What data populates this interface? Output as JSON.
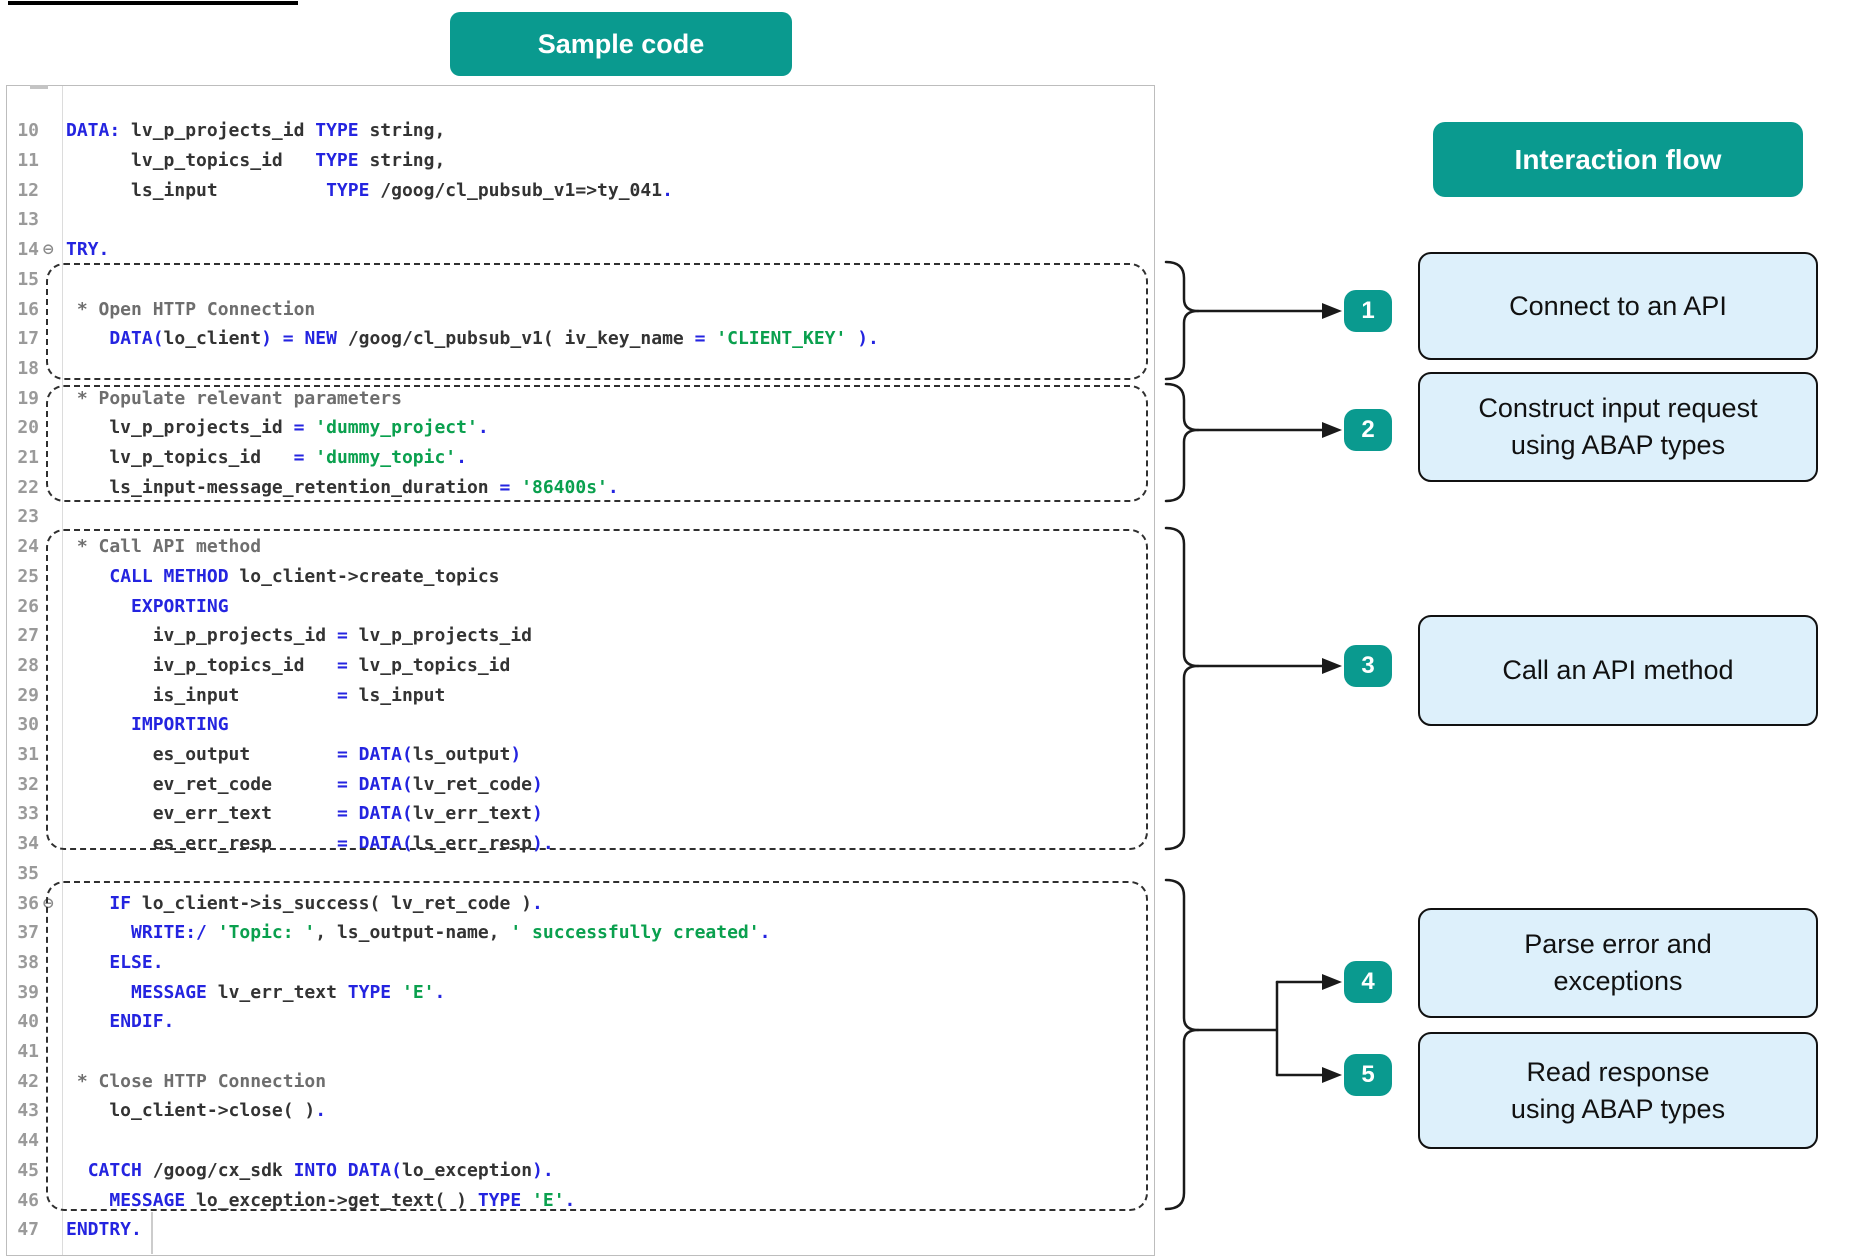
{
  "titles": {
    "sample_code": "Sample code",
    "interaction_flow": "Interaction flow"
  },
  "colors": {
    "teal": "#0a9a8f",
    "flow_box_blue": "#ddf0fb",
    "keyword_blue": "#2424e0",
    "string_green": "#0aa04e",
    "comment_gray": "#6e6e6e",
    "code_text": "#333333",
    "gutter_gray": "#9a9a9a"
  },
  "editor": {
    "first_line": 10,
    "last_line": 47,
    "fold_icon": "⊖",
    "lines": [
      {
        "n": 10,
        "fold": false,
        "toks": [
          [
            "k",
            "DATA:"
          ],
          [
            "d",
            " lv_p_projects_id "
          ],
          [
            "k",
            "TYPE"
          ],
          [
            "d",
            " string,"
          ]
        ]
      },
      {
        "n": 11,
        "fold": false,
        "toks": [
          [
            "d",
            "      lv_p_topics_id   "
          ],
          [
            "k",
            "TYPE"
          ],
          [
            "d",
            " string,"
          ]
        ]
      },
      {
        "n": 12,
        "fold": false,
        "toks": [
          [
            "d",
            "      ls_input          "
          ],
          [
            "k",
            "TYPE"
          ],
          [
            "d",
            " /goog/cl_pubsub_v1=>ty_041"
          ],
          [
            "k",
            "."
          ]
        ]
      },
      {
        "n": 13,
        "fold": false,
        "toks": []
      },
      {
        "n": 14,
        "fold": true,
        "toks": [
          [
            "k",
            "TRY."
          ]
        ]
      },
      {
        "n": 15,
        "fold": false,
        "toks": []
      },
      {
        "n": 16,
        "fold": false,
        "toks": [
          [
            "c",
            " * Open HTTP Connection"
          ]
        ]
      },
      {
        "n": 17,
        "fold": false,
        "toks": [
          [
            "d",
            "    "
          ],
          [
            "k",
            "DATA("
          ],
          [
            "d",
            "lo_client"
          ],
          [
            "k",
            ")"
          ],
          [
            "d",
            " "
          ],
          [
            "k",
            "="
          ],
          [
            "d",
            " "
          ],
          [
            "k",
            "NEW"
          ],
          [
            "d",
            " /goog/cl_pubsub_v1( iv_key_name "
          ],
          [
            "k",
            "="
          ],
          [
            "d",
            " "
          ],
          [
            "s",
            "'CLIENT_KEY'"
          ],
          [
            "d",
            " "
          ],
          [
            "k",
            ")."
          ]
        ]
      },
      {
        "n": 18,
        "fold": false,
        "toks": []
      },
      {
        "n": 19,
        "fold": false,
        "toks": [
          [
            "c",
            " * Populate relevant parameters"
          ]
        ]
      },
      {
        "n": 20,
        "fold": false,
        "toks": [
          [
            "d",
            "    lv_p_projects_id "
          ],
          [
            "k",
            "="
          ],
          [
            "d",
            " "
          ],
          [
            "s",
            "'dummy_project'"
          ],
          [
            "k",
            "."
          ]
        ]
      },
      {
        "n": 21,
        "fold": false,
        "toks": [
          [
            "d",
            "    lv_p_topics_id   "
          ],
          [
            "k",
            "="
          ],
          [
            "d",
            " "
          ],
          [
            "s",
            "'dummy_topic'"
          ],
          [
            "k",
            "."
          ]
        ]
      },
      {
        "n": 22,
        "fold": false,
        "toks": [
          [
            "d",
            "    ls_input-message_retention_duration "
          ],
          [
            "k",
            "="
          ],
          [
            "d",
            " "
          ],
          [
            "s",
            "'86400s'"
          ],
          [
            "k",
            "."
          ]
        ]
      },
      {
        "n": 23,
        "fold": false,
        "toks": []
      },
      {
        "n": 24,
        "fold": false,
        "toks": [
          [
            "c",
            " * Call API method"
          ]
        ]
      },
      {
        "n": 25,
        "fold": false,
        "toks": [
          [
            "d",
            "    "
          ],
          [
            "k",
            "CALL METHOD"
          ],
          [
            "d",
            " lo_client->create_topics"
          ]
        ]
      },
      {
        "n": 26,
        "fold": false,
        "toks": [
          [
            "d",
            "      "
          ],
          [
            "k",
            "EXPORTING"
          ]
        ]
      },
      {
        "n": 27,
        "fold": false,
        "toks": [
          [
            "d",
            "        iv_p_projects_id "
          ],
          [
            "k",
            "="
          ],
          [
            "d",
            " lv_p_projects_id"
          ]
        ]
      },
      {
        "n": 28,
        "fold": false,
        "toks": [
          [
            "d",
            "        iv_p_topics_id   "
          ],
          [
            "k",
            "="
          ],
          [
            "d",
            " lv_p_topics_id"
          ]
        ]
      },
      {
        "n": 29,
        "fold": false,
        "toks": [
          [
            "d",
            "        is_input         "
          ],
          [
            "k",
            "="
          ],
          [
            "d",
            " ls_input"
          ]
        ]
      },
      {
        "n": 30,
        "fold": false,
        "toks": [
          [
            "d",
            "      "
          ],
          [
            "k",
            "IMPORTING"
          ]
        ]
      },
      {
        "n": 31,
        "fold": false,
        "toks": [
          [
            "d",
            "        es_output        "
          ],
          [
            "k",
            "="
          ],
          [
            "d",
            " "
          ],
          [
            "k",
            "DATA("
          ],
          [
            "d",
            "ls_output"
          ],
          [
            "k",
            ")"
          ]
        ]
      },
      {
        "n": 32,
        "fold": false,
        "toks": [
          [
            "d",
            "        ev_ret_code      "
          ],
          [
            "k",
            "="
          ],
          [
            "d",
            " "
          ],
          [
            "k",
            "DATA("
          ],
          [
            "d",
            "lv_ret_code"
          ],
          [
            "k",
            ")"
          ]
        ]
      },
      {
        "n": 33,
        "fold": false,
        "toks": [
          [
            "d",
            "        ev_err_text      "
          ],
          [
            "k",
            "="
          ],
          [
            "d",
            " "
          ],
          [
            "k",
            "DATA("
          ],
          [
            "d",
            "lv_err_text"
          ],
          [
            "k",
            ")"
          ]
        ]
      },
      {
        "n": 34,
        "fold": false,
        "toks": [
          [
            "d",
            "        es_err_resp      "
          ],
          [
            "k",
            "="
          ],
          [
            "d",
            " "
          ],
          [
            "k",
            "DATA("
          ],
          [
            "d",
            "ls_err_resp"
          ],
          [
            "k",
            ")."
          ]
        ]
      },
      {
        "n": 35,
        "fold": false,
        "toks": []
      },
      {
        "n": 36,
        "fold": true,
        "toks": [
          [
            "d",
            "    "
          ],
          [
            "k",
            "IF"
          ],
          [
            "d",
            " lo_client->is_success( lv_ret_code )"
          ],
          [
            "k",
            "."
          ]
        ]
      },
      {
        "n": 37,
        "fold": false,
        "toks": [
          [
            "d",
            "      "
          ],
          [
            "k",
            "WRITE:/"
          ],
          [
            "d",
            " "
          ],
          [
            "s",
            "'Topic: '"
          ],
          [
            "d",
            ", ls_output-name, "
          ],
          [
            "s",
            "' successfully created'"
          ],
          [
            "k",
            "."
          ]
        ]
      },
      {
        "n": 38,
        "fold": false,
        "toks": [
          [
            "d",
            "    "
          ],
          [
            "k",
            "ELSE."
          ]
        ]
      },
      {
        "n": 39,
        "fold": false,
        "toks": [
          [
            "d",
            "      "
          ],
          [
            "k",
            "MESSAGE"
          ],
          [
            "d",
            " lv_err_text "
          ],
          [
            "k",
            "TYPE"
          ],
          [
            "d",
            " "
          ],
          [
            "s",
            "'E'"
          ],
          [
            "k",
            "."
          ]
        ]
      },
      {
        "n": 40,
        "fold": false,
        "toks": [
          [
            "d",
            "    "
          ],
          [
            "k",
            "ENDIF."
          ]
        ]
      },
      {
        "n": 41,
        "fold": false,
        "toks": []
      },
      {
        "n": 42,
        "fold": false,
        "toks": [
          [
            "c",
            " * Close HTTP Connection"
          ]
        ]
      },
      {
        "n": 43,
        "fold": false,
        "toks": [
          [
            "d",
            "    lo_client->close( )"
          ],
          [
            "k",
            "."
          ]
        ]
      },
      {
        "n": 44,
        "fold": false,
        "toks": []
      },
      {
        "n": 45,
        "fold": false,
        "toks": [
          [
            "d",
            "  "
          ],
          [
            "k",
            "CATCH"
          ],
          [
            "d",
            " /goog/cx_sdk "
          ],
          [
            "k",
            "INTO"
          ],
          [
            "d",
            " "
          ],
          [
            "k",
            "DATA("
          ],
          [
            "d",
            "lo_exception"
          ],
          [
            "k",
            ")."
          ]
        ]
      },
      {
        "n": 46,
        "fold": false,
        "toks": [
          [
            "d",
            "    "
          ],
          [
            "k",
            "MESSAGE"
          ],
          [
            "d",
            " lo_exception->get_text( ) "
          ],
          [
            "k",
            "TYPE"
          ],
          [
            "d",
            " "
          ],
          [
            "s",
            "'E'"
          ],
          [
            "k",
            "."
          ]
        ]
      },
      {
        "n": 47,
        "fold": false,
        "toks": [
          [
            "k",
            "ENDTRY."
          ]
        ]
      }
    ]
  },
  "flow": {
    "steps": [
      {
        "num": "1",
        "lines": [
          "Connect to an API"
        ]
      },
      {
        "num": "2",
        "lines": [
          "Construct input request",
          "using ABAP types"
        ]
      },
      {
        "num": "3",
        "lines": [
          "Call an API method"
        ]
      },
      {
        "num": "4",
        "lines": [
          "Parse error and",
          "exceptions"
        ]
      },
      {
        "num": "5",
        "lines": [
          "Read response",
          "using ABAP types"
        ]
      }
    ]
  }
}
